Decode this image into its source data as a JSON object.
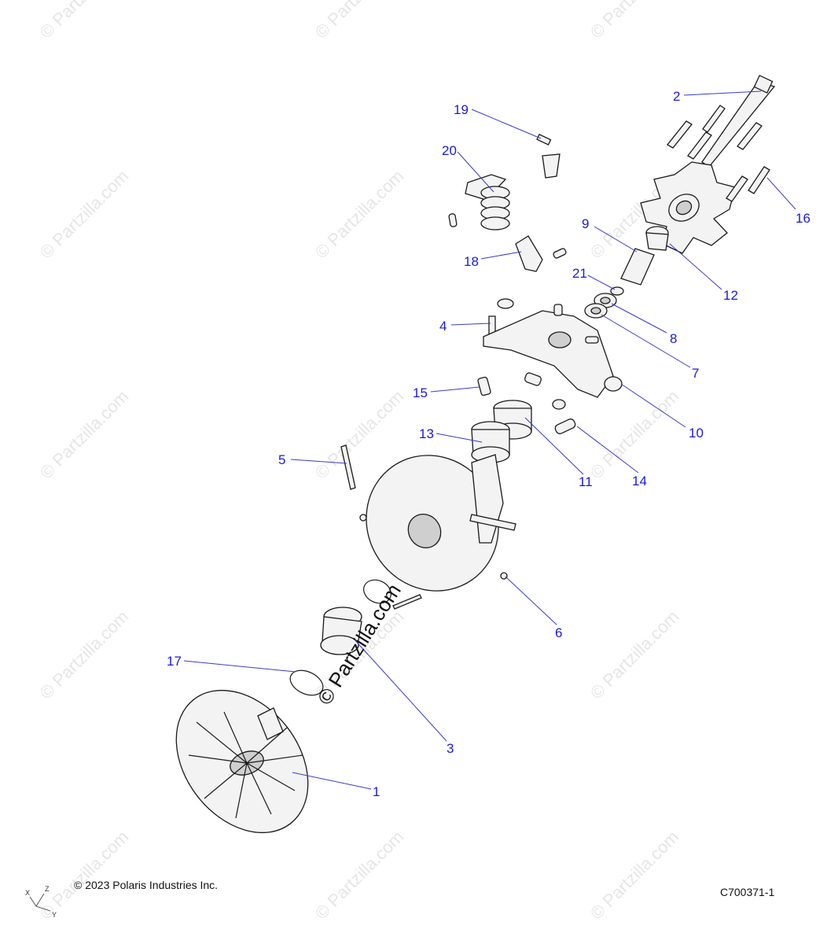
{
  "copyright": "© 2023 Polaris Industries Inc.",
  "diagram_code": "C700371-1",
  "watermark": "© Partzilla.com",
  "axis_labels": {
    "x": "X",
    "y": "Y",
    "z": "Z"
  },
  "callouts": [
    "1",
    "2",
    "3",
    "4",
    "5",
    "6",
    "7",
    "8",
    "9",
    "10",
    "11",
    "12",
    "13",
    "14",
    "15",
    "16",
    "17",
    "18",
    "19",
    "20",
    "21"
  ],
  "colors": {
    "callout": "#1a1adc",
    "leader": "#3a3ad0"
  }
}
